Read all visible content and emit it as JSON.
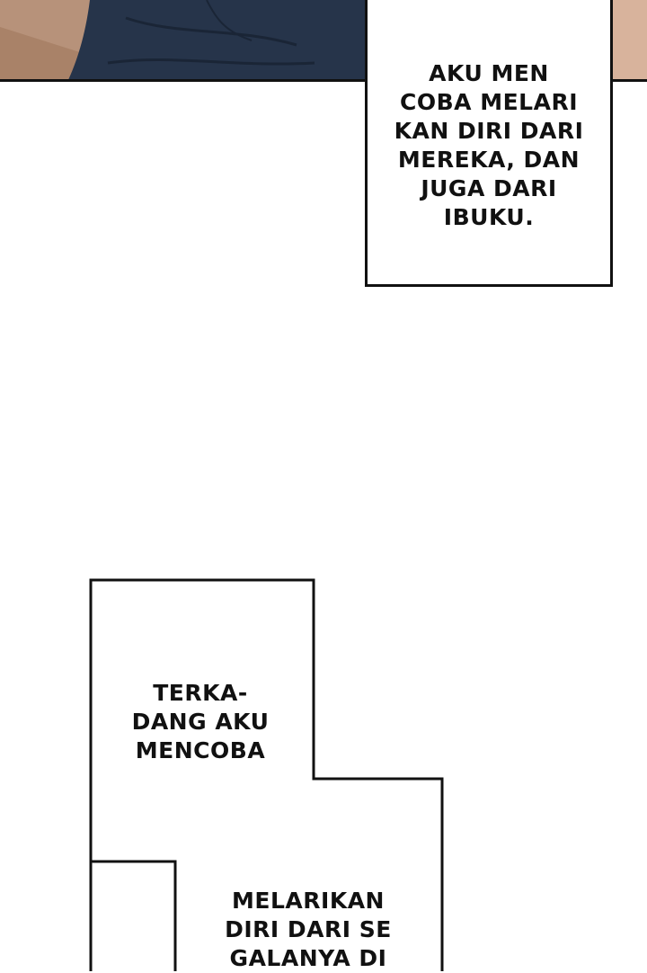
{
  "caption_top": {
    "lines": [
      "AKU MEN",
      "COBA MELARI",
      "KAN DIRI DARI",
      "MEREKA, DAN",
      "JUGA DARI",
      "IBUKU."
    ]
  },
  "caption_bottom": {
    "upper_lines": [
      "TERKA-",
      "DANG AKU",
      "MENCOBA"
    ],
    "lower_lines": [
      "MELARIKAN",
      "DIRI DARI SE",
      "GALANYA DI"
    ]
  },
  "colors": {
    "skin": "#c7a68f",
    "jacket": "#26344a",
    "ink": "#111111"
  }
}
